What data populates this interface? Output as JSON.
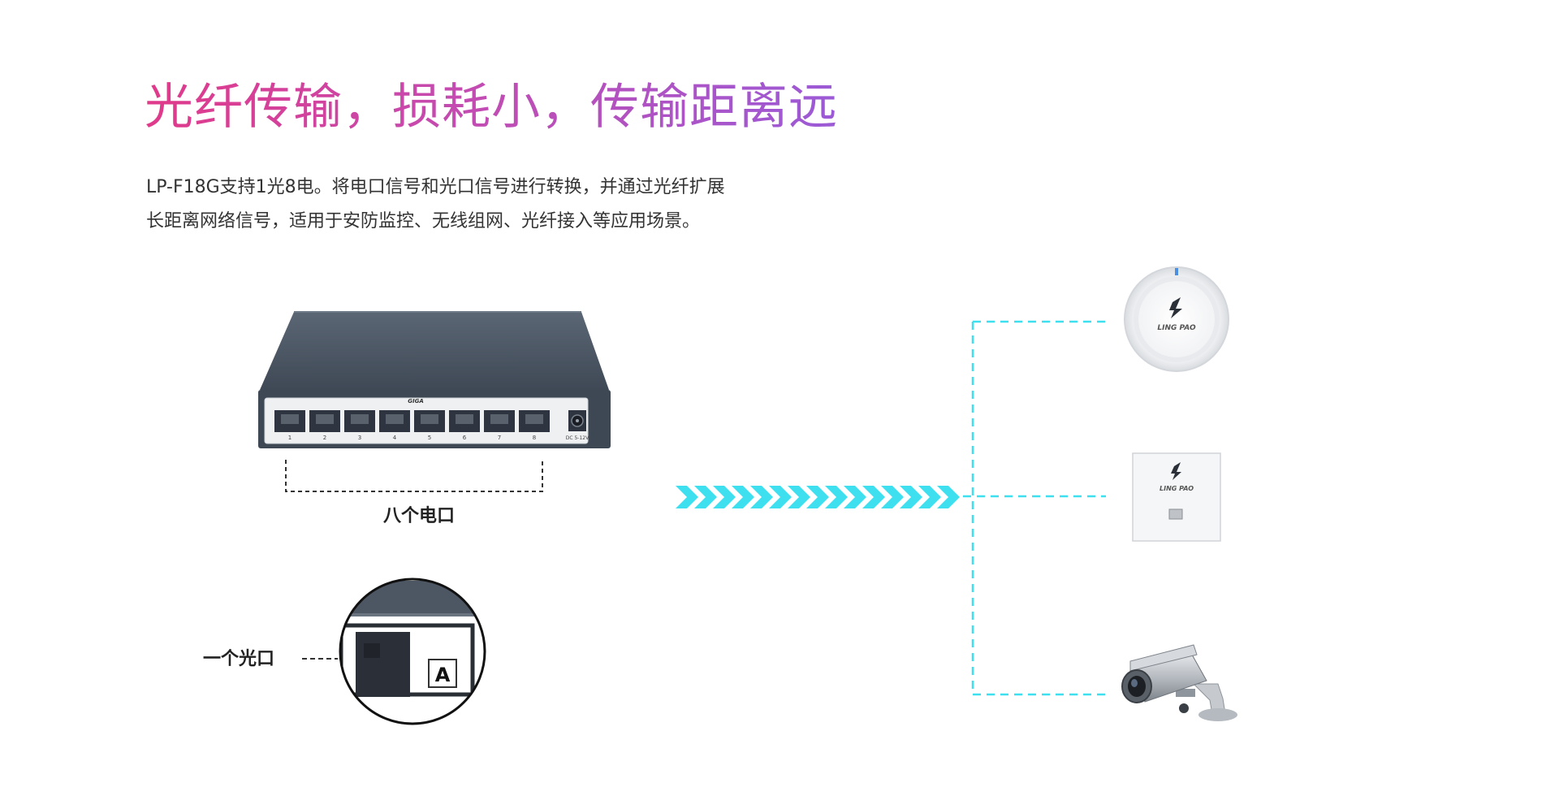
{
  "headline": "光纤传输，损耗小，传输距离远",
  "description": {
    "line1": "LP-F18G支持1光8电。将电口信号和光口信号进行转换，并通过光纤扩展",
    "line2": "长距离网络信号，适用于安防监控、无线组网、光纤接入等应用场景。"
  },
  "switch_device": {
    "brand_mark": "GIGA",
    "ports": [
      "1",
      "2",
      "3",
      "4",
      "5",
      "6",
      "7",
      "8"
    ],
    "power_label": "DC 5-12V",
    "electric_ports_label": "八个电口"
  },
  "optical_port": {
    "label": "一个光口",
    "connector_letter": "A"
  },
  "endpoints": [
    {
      "name": "ceiling-access-point",
      "brand": "LING PAO"
    },
    {
      "name": "wall-panel-access-point",
      "brand": "LING PAO"
    },
    {
      "name": "surveillance-camera"
    }
  ],
  "colors": {
    "title_gradient_start": "#e03a8a",
    "title_gradient_end": "#9b5ad6",
    "connector_cyan": "#3ee0ef",
    "switch_body": "#4a5563"
  }
}
